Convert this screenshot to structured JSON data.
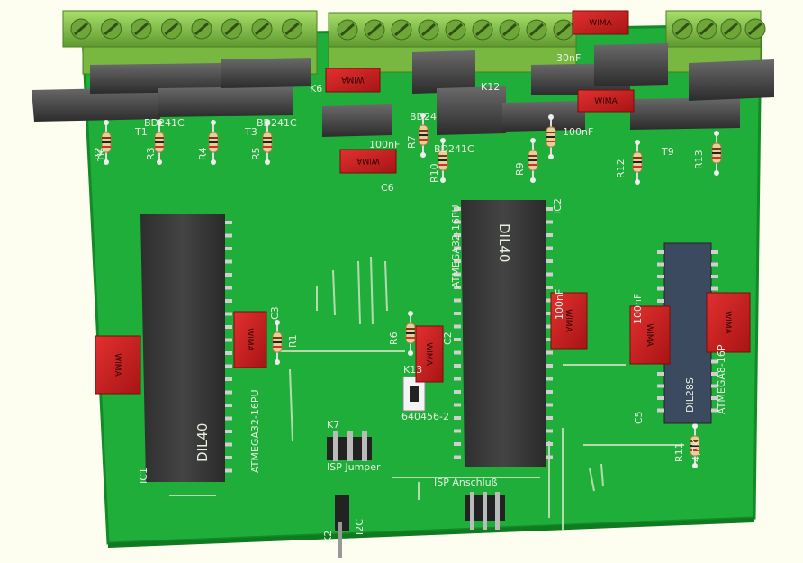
{
  "board": {
    "colors": {
      "pcb": "#1fae3a",
      "pcb_edge": "#128a26",
      "terminal": "#8fcf55",
      "chip": "#3a3a3a",
      "chip_blue": "#3a4a5e",
      "capacitor": "#cc2222",
      "trace": "#d4e0c8"
    }
  },
  "capacitors": [
    {
      "id": "cap-top-1",
      "label": "WIMA"
    },
    {
      "id": "cap-top-2",
      "label": "WIMA"
    },
    {
      "id": "cap-c6",
      "label": "WIMA"
    },
    {
      "id": "cap-mid",
      "label": "WIMA"
    },
    {
      "id": "cap-c3",
      "label": "WIMA"
    },
    {
      "id": "cap-left",
      "label": "WIMA"
    },
    {
      "id": "cap-c2",
      "label": "WIMA"
    },
    {
      "id": "cap-100n-1",
      "label": "WIMA"
    },
    {
      "id": "cap-100n-2",
      "label": "WIMA"
    },
    {
      "id": "cap-right",
      "label": "WIMA"
    }
  ],
  "silkscreen": {
    "t1": "T1",
    "t3": "T3",
    "t9": "T9",
    "k6": "K6",
    "k12": "K12",
    "k13": "K13",
    "k7": "K7",
    "k2": "K2",
    "bd1": "BD241C",
    "bd2": "BD241C",
    "bd3": "BD24",
    "bd4": "BD241C",
    "r1": "R1",
    "r2": "R2",
    "r3": "R3",
    "r4": "R4",
    "r5": "R5",
    "r6": "R6",
    "r7": "R7",
    "r9": "R9",
    "r10": "R10",
    "r11": "R11",
    "r12": "R12",
    "r13": "R13",
    "c2": "C2",
    "c3": "C3",
    "c5": "C5",
    "c6": "C6",
    "ic1": "IC1",
    "ic2": "IC2",
    "one_k": "1K",
    "four_seven_k": "4,7K",
    "cap_100nf": "100nF",
    "cap_100nf_b": "100nF",
    "cap_100nf_c": "100nF",
    "cap_100nf_d": "100nF",
    "dil40_left": "DIL40",
    "dil40_right": "DIL40",
    "dil28s": "DIL28S",
    "atmega_left": "ATMEGA32-16PU",
    "atmega_right": "ATMEGA32-16PU",
    "atmega8": "ATMEGA8-16P",
    "part_640456": "640456-2",
    "isp_jumper": "ISP Jumper",
    "isp_anschluss": "ISP Anschluß",
    "i2c": "I2C",
    "cap_top_val": "30nF",
    "cap_c6_val": "100nF"
  }
}
